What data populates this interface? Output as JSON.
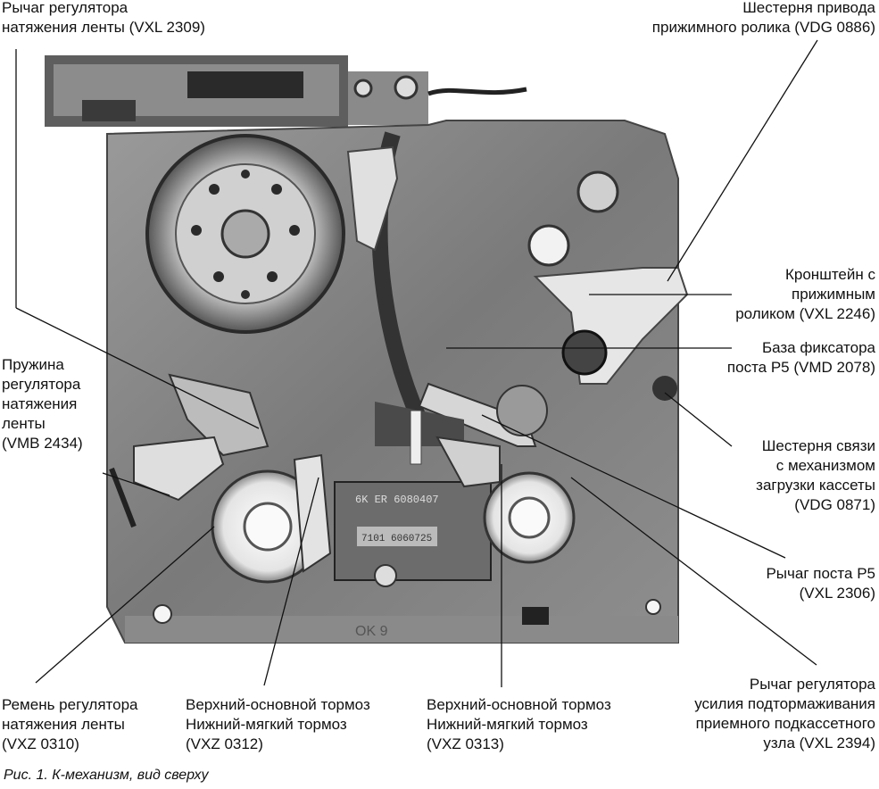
{
  "labels": {
    "tension_lever": [
      "Рычаг регулятора",
      "натяжения ленты (VXL 2309)"
    ],
    "pinch_gear": [
      "Шестерня привода",
      "прижимного ролика (VDG 0886)"
    ],
    "pinch_bracket": [
      "Кронштейн с",
      "прижимным",
      "роликом (VXL 2246)"
    ],
    "p5_base": [
      "База фиксатора",
      "поста P5 (VMD 2078)"
    ],
    "tension_spring": [
      "Пружина",
      "регулятора",
      "натяжения",
      "ленты",
      "(VMB 2434)"
    ],
    "link_gear": [
      "Шестерня связи",
      "с механизмом",
      "загрузки кассеты",
      "(VDG 0871)"
    ],
    "p5_lever": [
      "Рычаг поста P5",
      "(VXL 2306)"
    ],
    "takeup_lever": [
      "Рычаг регулятора",
      "усилия подтормаживания",
      "приемного подкассетного",
      "узла (VXL 2394)"
    ],
    "belt": [
      "Ремень регулятора",
      "натяжения ленты",
      "(VXZ 0310)"
    ],
    "brake_left": [
      "Верхний-основной тормоз",
      "Нижний-мягкий тормоз",
      "(VXZ 0312)"
    ],
    "brake_right": [
      "Верхний-основной тормоз",
      "Нижний-мягкий тормоз",
      "(VXZ 0313)"
    ]
  },
  "photo_text": {
    "label_top": "6K ER 6080407",
    "label_sticker": "7101 6060725",
    "bottom_mark": "OK 9"
  },
  "caption": "Рис. 1. К-механизм, вид сверху"
}
